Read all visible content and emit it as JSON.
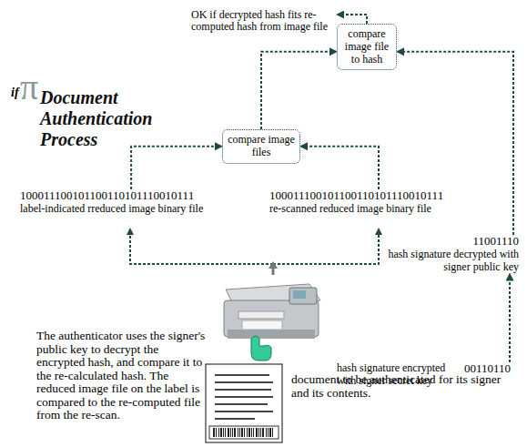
{
  "diagram": {
    "title": "Document Authentication Process",
    "nodes": [
      {
        "text": [
          "OK if decrypted hash fits re-computed hash from image file"
        ]
      },
      {
        "text": [
          "compare image file to hash"
        ]
      },
      {
        "text": [
          "compare image files"
        ]
      },
      {
        "text": [
          "100011100101100110101110010111",
          "label-indicated rreduced image binary file"
        ]
      },
      {
        "text": [
          "100011100101100110101110010111",
          "re-scanned reduced image binary file"
        ]
      },
      {
        "text": [
          "11001110",
          "hash signature decrypted with signer public key"
        ]
      },
      {
        "text": [
          "hash signature encrypted with signer secret key",
          "00110110"
        ]
      }
    ],
    "edges": [
      {
        "from": 6,
        "to": 5,
        "arrow": "to"
      },
      {
        "from": 5,
        "to": 1,
        "arrow": "to"
      },
      {
        "from": 3,
        "to": 2,
        "arrow": "to"
      },
      {
        "from": 4,
        "to": 2,
        "arrow": "to"
      },
      {
        "from": 2,
        "to": 1,
        "arrow": "to"
      },
      {
        "from": 1,
        "to": 0,
        "arrow": "to"
      }
    ],
    "labels": [
      "if",
      "π",
      "The authenticator uses the signer's public key to decrypt the encrypted hash, and compare it to the re-calculated hash. The reduced image file on the label is compared to the re-computed file from the re-scan.",
      "document to be authenticated for its signer and its contents."
    ]
  }
}
